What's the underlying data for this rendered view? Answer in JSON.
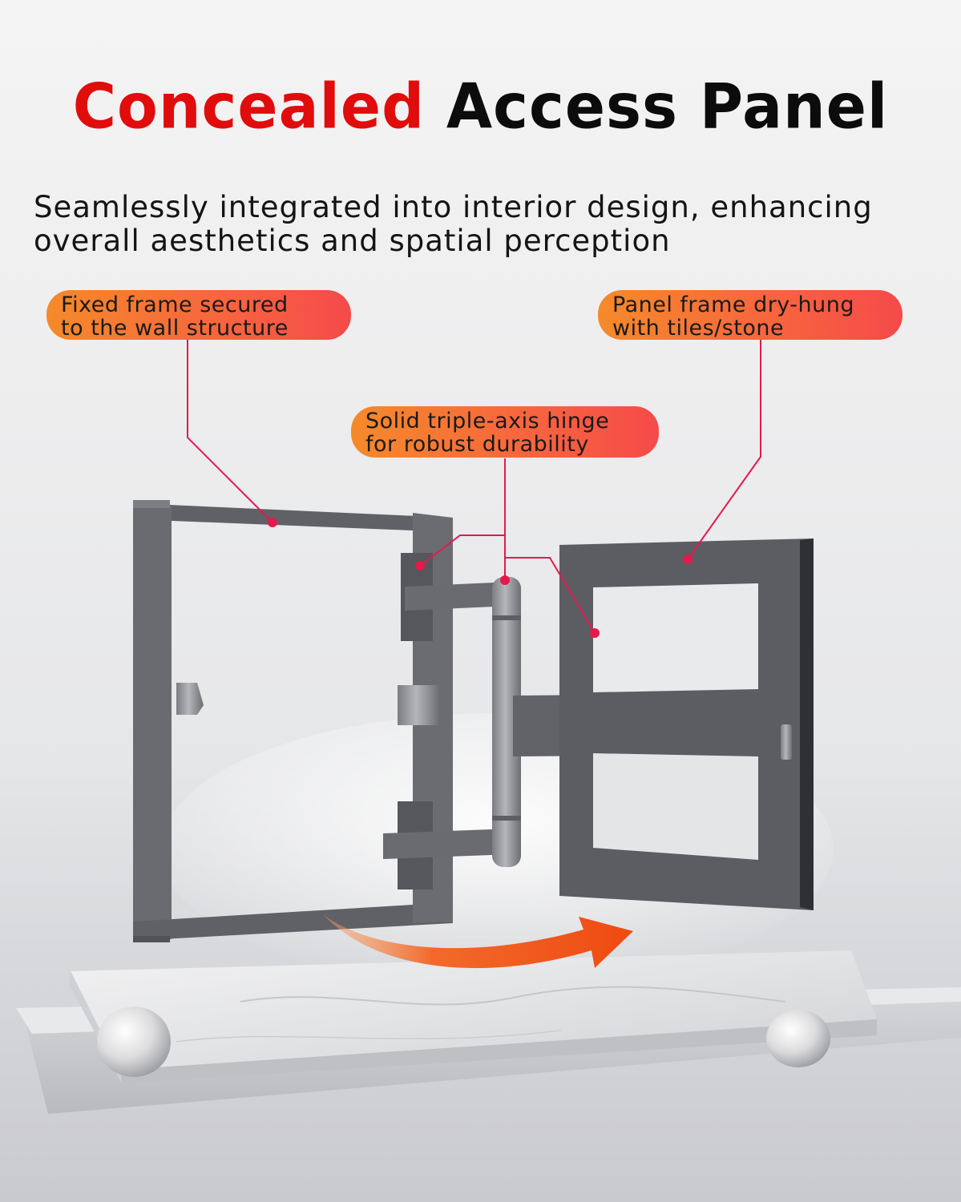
{
  "title": {
    "highlight": "Concealed",
    "rest": "Access Panel"
  },
  "subtitle": {
    "line1": "Seamlessly integrated into interior design, enhancing",
    "line2": "overall aesthetics and spatial perception"
  },
  "callouts": [
    {
      "line1": "Fixed frame secured",
      "line2": "to the wall structure"
    },
    {
      "line1": "Panel frame dry-hung",
      "line2": "with tiles/stone"
    },
    {
      "line1": "Solid triple-axis hinge",
      "line2": "for robust durability"
    }
  ],
  "colors": {
    "title_accent": "#e10c0c",
    "callout_gradient_start": "#f58a2a",
    "callout_gradient_end": "#f54a4a",
    "leader_line": "#e5194c",
    "frame_metal": "#5f6166",
    "rotation_arrow": "#f25a1c"
  }
}
